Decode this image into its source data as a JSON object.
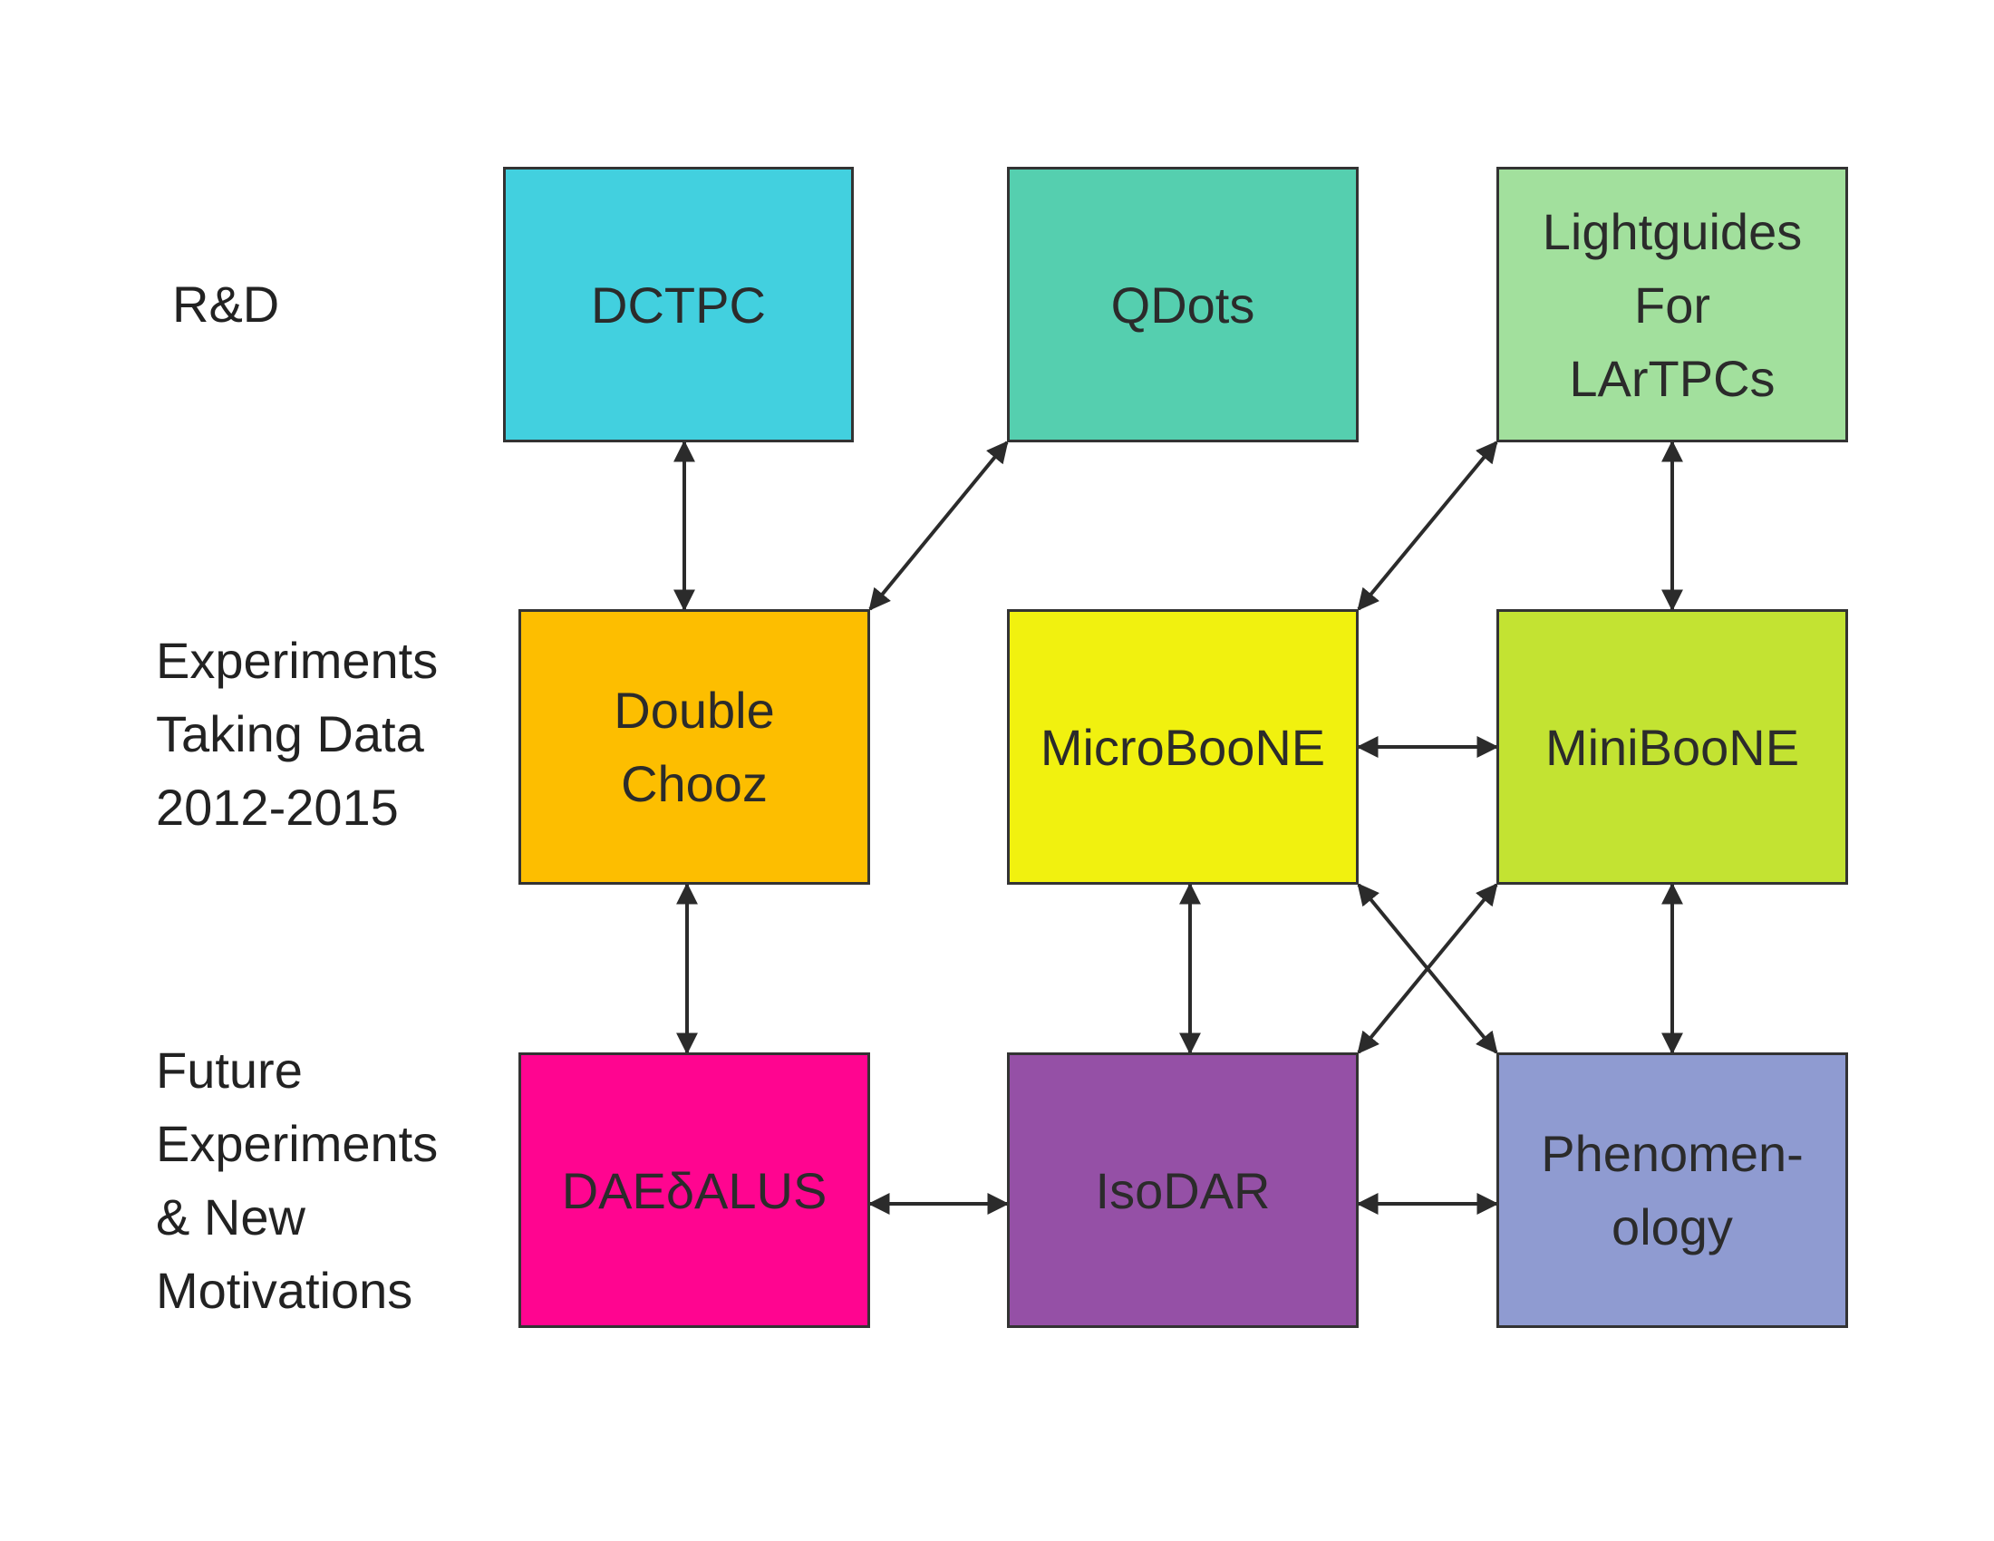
{
  "row_labels": {
    "rnd": "R&D",
    "experiments": "Experiments\nTaking Data\n2012-2015",
    "future": "Future\nExperiments\n& New\nMotivations"
  },
  "boxes": {
    "dctpc": {
      "label": "DCTPC",
      "color": "#42D0DF"
    },
    "qdots": {
      "label": "QDots",
      "color": "#55CFAF"
    },
    "lightguides": {
      "label": "Lightguides\nFor\nLArTPCs",
      "color": "#A2E09D"
    },
    "doublechooz": {
      "label": "Double\nChooz",
      "color": "#FDBE00"
    },
    "microboone": {
      "label": "MicroBooNE",
      "color": "#F1F10F"
    },
    "miniboone": {
      "label": "MiniBooNE",
      "color": "#C3E332"
    },
    "daedalus": {
      "label": "DAEδALUS",
      "color": "#FF0590"
    },
    "isodar": {
      "label": "IsoDAR",
      "color": "#9550A6"
    },
    "phenomenology": {
      "label": "Phenomen-\nology",
      "color": "#8F9BD1"
    }
  },
  "links": [
    [
      "dctpc",
      "doublechooz"
    ],
    [
      "qdots",
      "doublechooz"
    ],
    [
      "lightguides",
      "microboone"
    ],
    [
      "lightguides",
      "miniboone"
    ],
    [
      "microboone",
      "miniboone"
    ],
    [
      "doublechooz",
      "daedalus"
    ],
    [
      "microboone",
      "isodar"
    ],
    [
      "miniboone",
      "isodar"
    ],
    [
      "microboone",
      "phenomenology"
    ],
    [
      "miniboone",
      "phenomenology"
    ],
    [
      "daedalus",
      "isodar"
    ],
    [
      "isodar",
      "phenomenology"
    ]
  ],
  "colors": {
    "arrow": "#2b2b2b",
    "border": "#333333"
  }
}
